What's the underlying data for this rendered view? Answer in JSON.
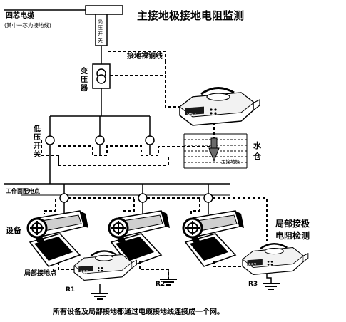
{
  "title": "主接地极接地电阻监测",
  "labels": {
    "four_core_cable": "四芯电缆",
    "four_core_note": "(其中一芯为接地线)",
    "hv_switch": [
      "高",
      "压",
      "开",
      "关"
    ],
    "ground_bare_copper": "接地裸铜线",
    "transformer": [
      "变",
      "压",
      "器"
    ],
    "lv_switch": [
      "低",
      "压",
      "开",
      "关"
    ],
    "water_tank": [
      "水",
      "仓"
    ],
    "main_ground_electrode": "主接地极",
    "work_face_point": "工作面配电点",
    "equipment": "设备",
    "local_ground_check": [
      "局部接极",
      "电阻检测"
    ],
    "local_ground_point": "局部接地点",
    "r1": "R1",
    "r2": "R2",
    "r3": "R3",
    "footer": "所有设备及局部接地都通过电缆接地线连接成一个网。"
  },
  "meter_readings": {
    "main": "857",
    "local": "857"
  },
  "icons": [
    "clamp-meter-icon",
    "mining-machine-icon",
    "ground-symbol-icon",
    "transformer-icon",
    "switch-icon"
  ],
  "colors": {
    "line": "#000000",
    "meter_screen": "#1a1a1a",
    "meter_body": "#f2f2f2",
    "water": "#6a6a6a"
  }
}
